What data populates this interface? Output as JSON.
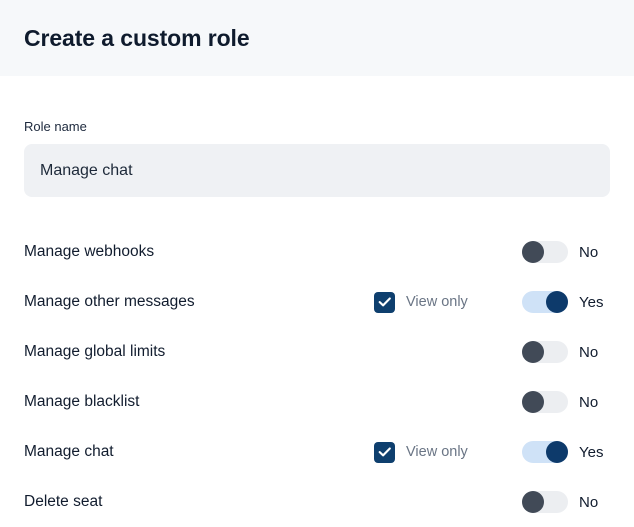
{
  "header": {
    "title": "Create a custom role"
  },
  "form": {
    "role_name_label": "Role name",
    "role_name_value": "Manage chat",
    "role_name_placeholder": "Role name"
  },
  "permissions": {
    "view_only_label": "View only",
    "toggle_yes": "Yes",
    "toggle_no": "No",
    "rows": [
      {
        "label": "Manage webhooks",
        "has_view_only": false,
        "view_only_checked": false,
        "enabled": false,
        "value": "No"
      },
      {
        "label": "Manage other messages",
        "has_view_only": true,
        "view_only_checked": true,
        "enabled": true,
        "value": "Yes"
      },
      {
        "label": "Manage global limits",
        "has_view_only": false,
        "view_only_checked": false,
        "enabled": false,
        "value": "No"
      },
      {
        "label": "Manage blacklist",
        "has_view_only": false,
        "view_only_checked": false,
        "enabled": false,
        "value": "No"
      },
      {
        "label": "Manage chat",
        "has_view_only": true,
        "view_only_checked": true,
        "enabled": true,
        "value": "Yes"
      },
      {
        "label": "Delete seat",
        "has_view_only": false,
        "view_only_checked": false,
        "enabled": false,
        "value": "No"
      }
    ]
  },
  "colors": {
    "header_bg": "#f6f8fa",
    "title": "#0f1b2d",
    "input_bg": "#eff1f4",
    "accent_navy": "#0e3f6e",
    "toggle_on_track": "#cfe2f7",
    "toggle_on_knob": "#0d3a6b",
    "toggle_off_track": "#eceef1",
    "toggle_off_knob": "#414a57",
    "muted_text": "#6a7585"
  }
}
